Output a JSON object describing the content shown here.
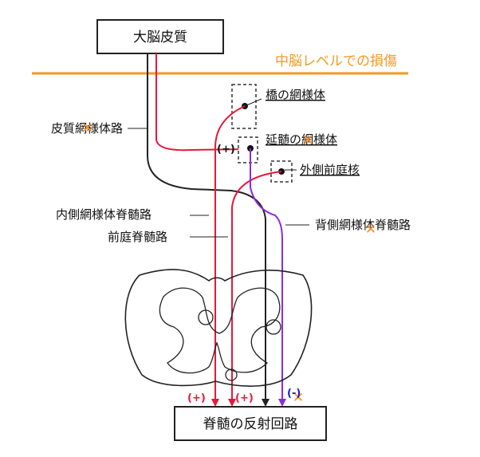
{
  "boxes": {
    "cortex": "大脳皮質",
    "reflex": "脊髄の反射回路"
  },
  "lesion_level": "中脳レベルでの損傷",
  "nuclei": {
    "pontine": "橋の網様体",
    "medullary": "延髄の網様体",
    "vestibular": "外側前庭核"
  },
  "tracts": {
    "corticoreticular": "皮質網様体路",
    "medial_reticulospinal": "内側網様体脊髄路",
    "vestibulospinal": "前庭脊髄路",
    "lateral_reticulospinal": "背側網様体脊髄路"
  },
  "signs": {
    "plus": "(+)",
    "minus": "(-)"
  },
  "colors": {
    "accent_orange": "#f39a1e",
    "cross_orange": "#f0912a",
    "excitatory_red": "#e8173a",
    "inhibitory_purple": "#8a2be2",
    "neutral_dark": "#222222",
    "minus_blue": "#1a1acc"
  }
}
